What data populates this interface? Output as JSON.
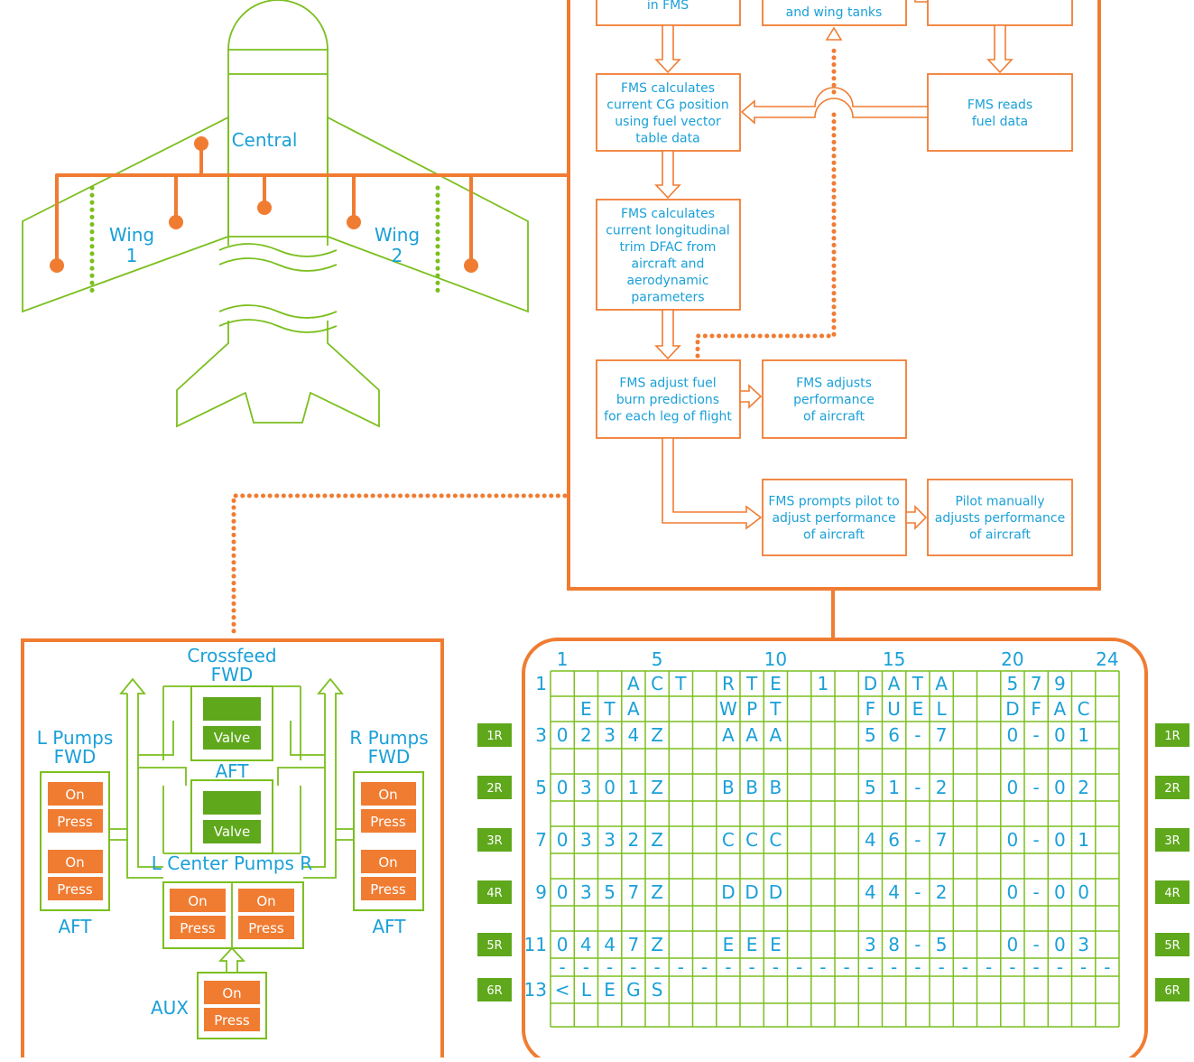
{
  "flowchart": {
    "boxes": {
      "in_fms": "in FMS",
      "wing_tanks": "and wing tanks",
      "calc_cg": [
        "FMS calculates",
        "current CG position",
        "using fuel vector",
        "table data"
      ],
      "reads_fuel": [
        "FMS reads",
        "fuel data"
      ],
      "calc_trim": [
        "FMS calculates",
        "current longitudinal",
        "trim DFAC from",
        "aircraft and",
        "aerodynamic",
        "parameters"
      ],
      "adjust_burn": [
        "FMS adjust fuel",
        "burn predictions",
        "for each leg of flight"
      ],
      "adjusts_perf": [
        "FMS adjusts",
        "performance",
        "of aircraft"
      ],
      "prompts_pilot": [
        "FMS prompts pilot to",
        "adjust performance",
        "of aircraft"
      ],
      "pilot_manual": [
        "Pilot manually",
        "adjusts performance",
        "of aircraft"
      ]
    }
  },
  "aircraft": {
    "central_label": "Central",
    "wing1_label": [
      "Wing",
      "1"
    ],
    "wing2_label": [
      "Wing",
      "2"
    ]
  },
  "fuel_panel": {
    "crossfeed_label": [
      "Crossfeed",
      "FWD"
    ],
    "aft_mid_label": "AFT",
    "valve_label": "Valve",
    "l_pumps_label": [
      "L Pumps",
      "FWD"
    ],
    "r_pumps_label": [
      "R Pumps",
      "FWD"
    ],
    "aft_left_label": "AFT",
    "aft_right_label": "AFT",
    "center_pumps_label": "L Center Pumps R",
    "aux_label": "AUX",
    "on_label": "On",
    "press_label": "Press"
  },
  "cdu": {
    "column_numbers": [
      "1",
      "5",
      "10",
      "15",
      "20",
      "24"
    ],
    "row_numbers": [
      "1",
      "",
      "3",
      "",
      "5",
      "",
      "7",
      "",
      "9",
      "",
      "11",
      "",
      "13",
      ""
    ],
    "rows": [
      "   ACT RTE 1 DATA  579",
      " ETA   WPT   FUEL  DFAC",
      "0234Z  AAA   56-7  0-01",
      "",
      "0301Z  BBB   51-2  0-02",
      "",
      "0332Z  CCC   46-7  0-01",
      "",
      "0357Z  DDD   44-2  0-00",
      "",
      "0447Z  EEE   38-5  0-03",
      "------------------------",
      "<LEGS",
      ""
    ],
    "line_select_keys": [
      "1R",
      "2R",
      "3R",
      "4R",
      "5R",
      "6R"
    ]
  },
  "colors": {
    "accent_orange": "#f07c32",
    "aircraft_green": "#7bbf1e",
    "text_blue": "#1aa0d8",
    "button_green": "#5fa81c"
  }
}
